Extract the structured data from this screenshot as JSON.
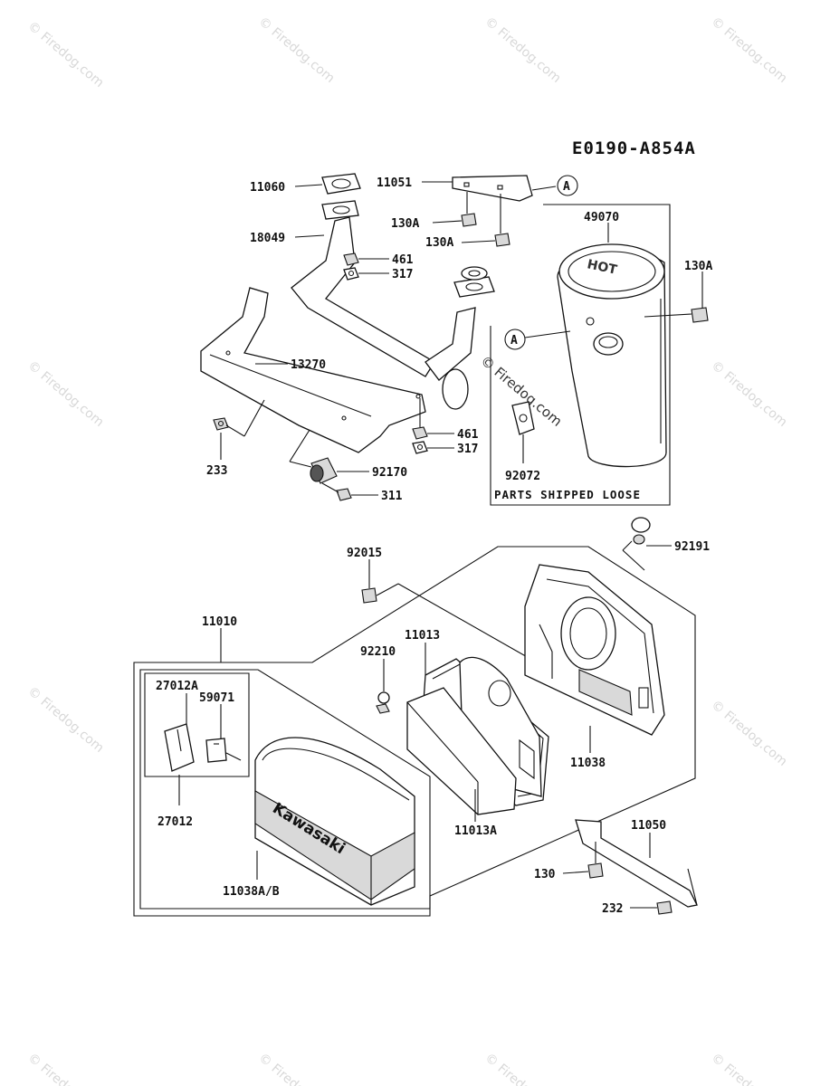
{
  "diagram": {
    "code": "E0190-A854A",
    "note": "PARTS SHIPPED LOOSE",
    "marker": "A",
    "watermark": "© Firedog.com",
    "center_watermark": "© Firedog.com",
    "muffler_text": "HOT",
    "brand_text": "Kawasaki",
    "labels": {
      "p11060": "11060",
      "p11051": "11051",
      "p130A_1": "130A",
      "p130A_2": "130A",
      "p130A_3": "130A",
      "p49070": "49070",
      "p18049": "18049",
      "p461_1": "461",
      "p317_1": "317",
      "p13270": "13270",
      "p461_2": "461",
      "p317_2": "317",
      "p233": "233",
      "p92170": "92170",
      "p311": "311",
      "p92072": "92072",
      "p92015": "92015",
      "p92191": "92191",
      "p11010": "11010",
      "p11013": "11013",
      "p92210": "92210",
      "p27012A": "27012A",
      "p59071": "59071",
      "p11038": "11038",
      "p27012": "27012",
      "p11013A": "11013A",
      "p11050": "11050",
      "p130": "130",
      "p11038AB": "11038A/B",
      "p232": "232"
    }
  }
}
